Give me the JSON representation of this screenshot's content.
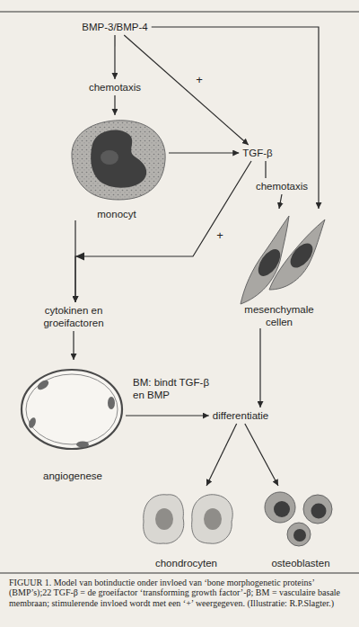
{
  "diagram": {
    "caption": "FIGUUR 1. Model van botinductie onder invloed van ‘bone morphogenetic proteins’ (BMP’s);22 TGF-β = de groeifactor ‘transforming growth factor’-β; BM = vasculaire basale membraan; stimulerende invloed wordt met een ‘+’ weergegeven. (Illustratie: R.P.Slagter.)",
    "nodes": [
      {
        "text": [
          "BMP-3/BMP-4"
        ]
      },
      {
        "text": [
          "chemotaxis"
        ]
      },
      {
        "text": [
          "monocyt"
        ]
      },
      {
        "text": [
          "TGF-β"
        ]
      },
      {
        "text": [
          "chemotaxis"
        ]
      },
      {
        "text": [
          "mesenchymale cellen"
        ]
      },
      {
        "text": [
          "cytokinen en groeifactoren"
        ]
      },
      {
        "text": [
          "angiogenese"
        ]
      },
      {
        "text": [
          "differentiatie"
        ]
      },
      {
        "text": [
          "chondrocyten"
        ]
      },
      {
        "text": [
          "osteoblasten"
        ]
      }
    ],
    "edges": [
      {
        "from": 0,
        "to": 1,
        "arrow": "to"
      },
      {
        "from": 1,
        "to": 2,
        "arrow": "to"
      },
      {
        "from": 0,
        "to": 3,
        "label": "+",
        "arrow": "to"
      },
      {
        "from": 0,
        "to": 5,
        "arrow": "to"
      },
      {
        "from": 2,
        "to": 3,
        "arrow": "to"
      },
      {
        "from": 3,
        "to": 4,
        "arrow": "none"
      },
      {
        "from": 4,
        "to": 5,
        "arrow": "to"
      },
      {
        "from": 3,
        "to": 6,
        "label": "+",
        "arrow": "to"
      },
      {
        "from": 2,
        "to": 6,
        "arrow": "to"
      },
      {
        "from": 6,
        "to": 7,
        "arrow": "to"
      },
      {
        "from": 7,
        "to": 8,
        "arrow": "to"
      },
      {
        "from": 5,
        "to": 8,
        "arrow": "to"
      },
      {
        "from": 8,
        "to": 9,
        "arrow": "to"
      },
      {
        "from": 8,
        "to": 10,
        "arrow": "to"
      }
    ],
    "labels": [
      "BM: bindt TGF-β en BMP"
    ]
  }
}
